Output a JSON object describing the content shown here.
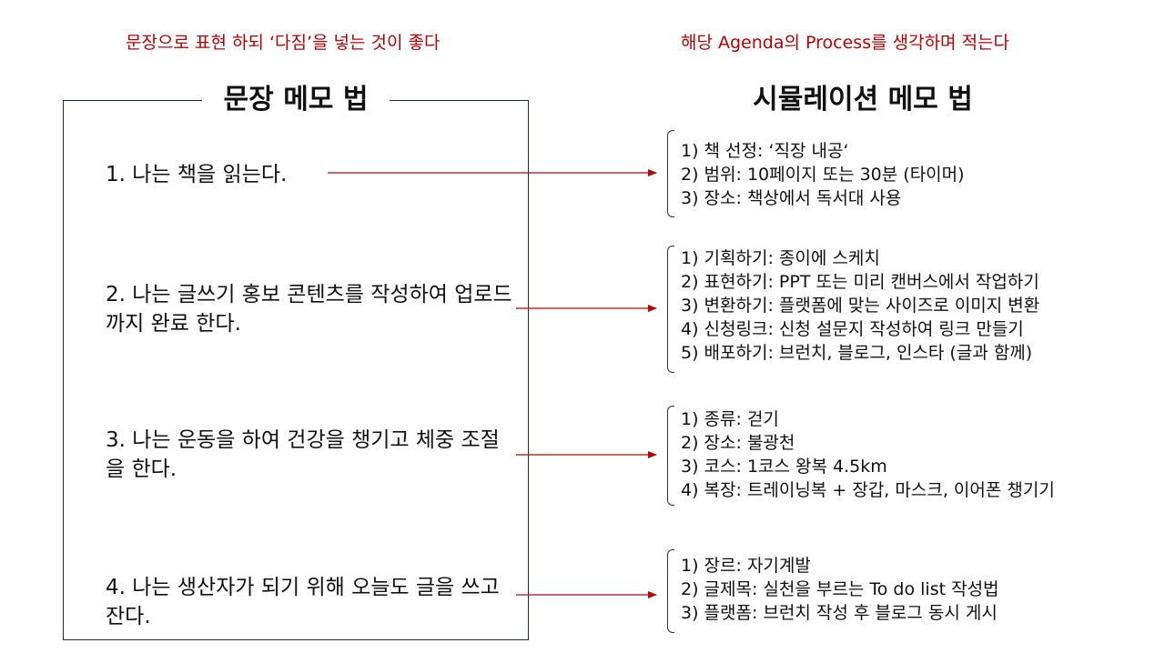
{
  "notes": {
    "left": "문장으로 표현 하되 ‘다짐’을 넣는 것이 좋다",
    "right": "해당 Agenda의 Process를 생각하며 적는다"
  },
  "left_panel": {
    "title": "문장 메모 법",
    "sentences": [
      "1. 나는 책을 읽는다.",
      "2. 나는 글쓰기 홍보 콘텐츠를 작성하여 업로드까지 완료 한다.",
      "3. 나는 운동을 하여 건강을 챙기고 체중 조절을 한다.",
      "4. 나는 생산자가 되기 위해 오늘도 글을 쓰고 잔다."
    ]
  },
  "right_panel": {
    "title": "시뮬레이션 메모 법",
    "groups": [
      {
        "steps": [
          "1) 책 선정: ‘직장 내공‘",
          "2) 범위: 10페이지 또는 30분 (타이머)",
          "3) 장소: 책상에서 독서대 사용"
        ]
      },
      {
        "steps": [
          "1) 기획하기: 종이에 스케치",
          "2) 표현하기: PPT 또는 미리 캔버스에서 작업하기",
          "3) 변환하기: 플랫폼에 맞는 사이즈로 이미지 변환",
          "4) 신청링크: 신청 설문지 작성하여 링크 만들기",
          "5) 배포하기: 브런치, 블로그, 인스타 (글과 함께)"
        ]
      },
      {
        "steps": [
          "1) 종류: 걷기",
          "2) 장소: 불광천",
          "3) 코스: 1코스 왕복 4.5km",
          "4) 복장: 트레이닝복 + 장갑, 마스크, 이어폰 챙기기"
        ]
      },
      {
        "steps": [
          "1) 장르: 자기계발",
          "2) 글제목: 실천을 부르는 To do list 작성법",
          "3) 플랫폼: 브런치 작성 후 블로그 동시 게시"
        ]
      }
    ]
  },
  "colors": {
    "accent": "#c00000",
    "frame": "#1f2a44",
    "text": "#111111"
  }
}
